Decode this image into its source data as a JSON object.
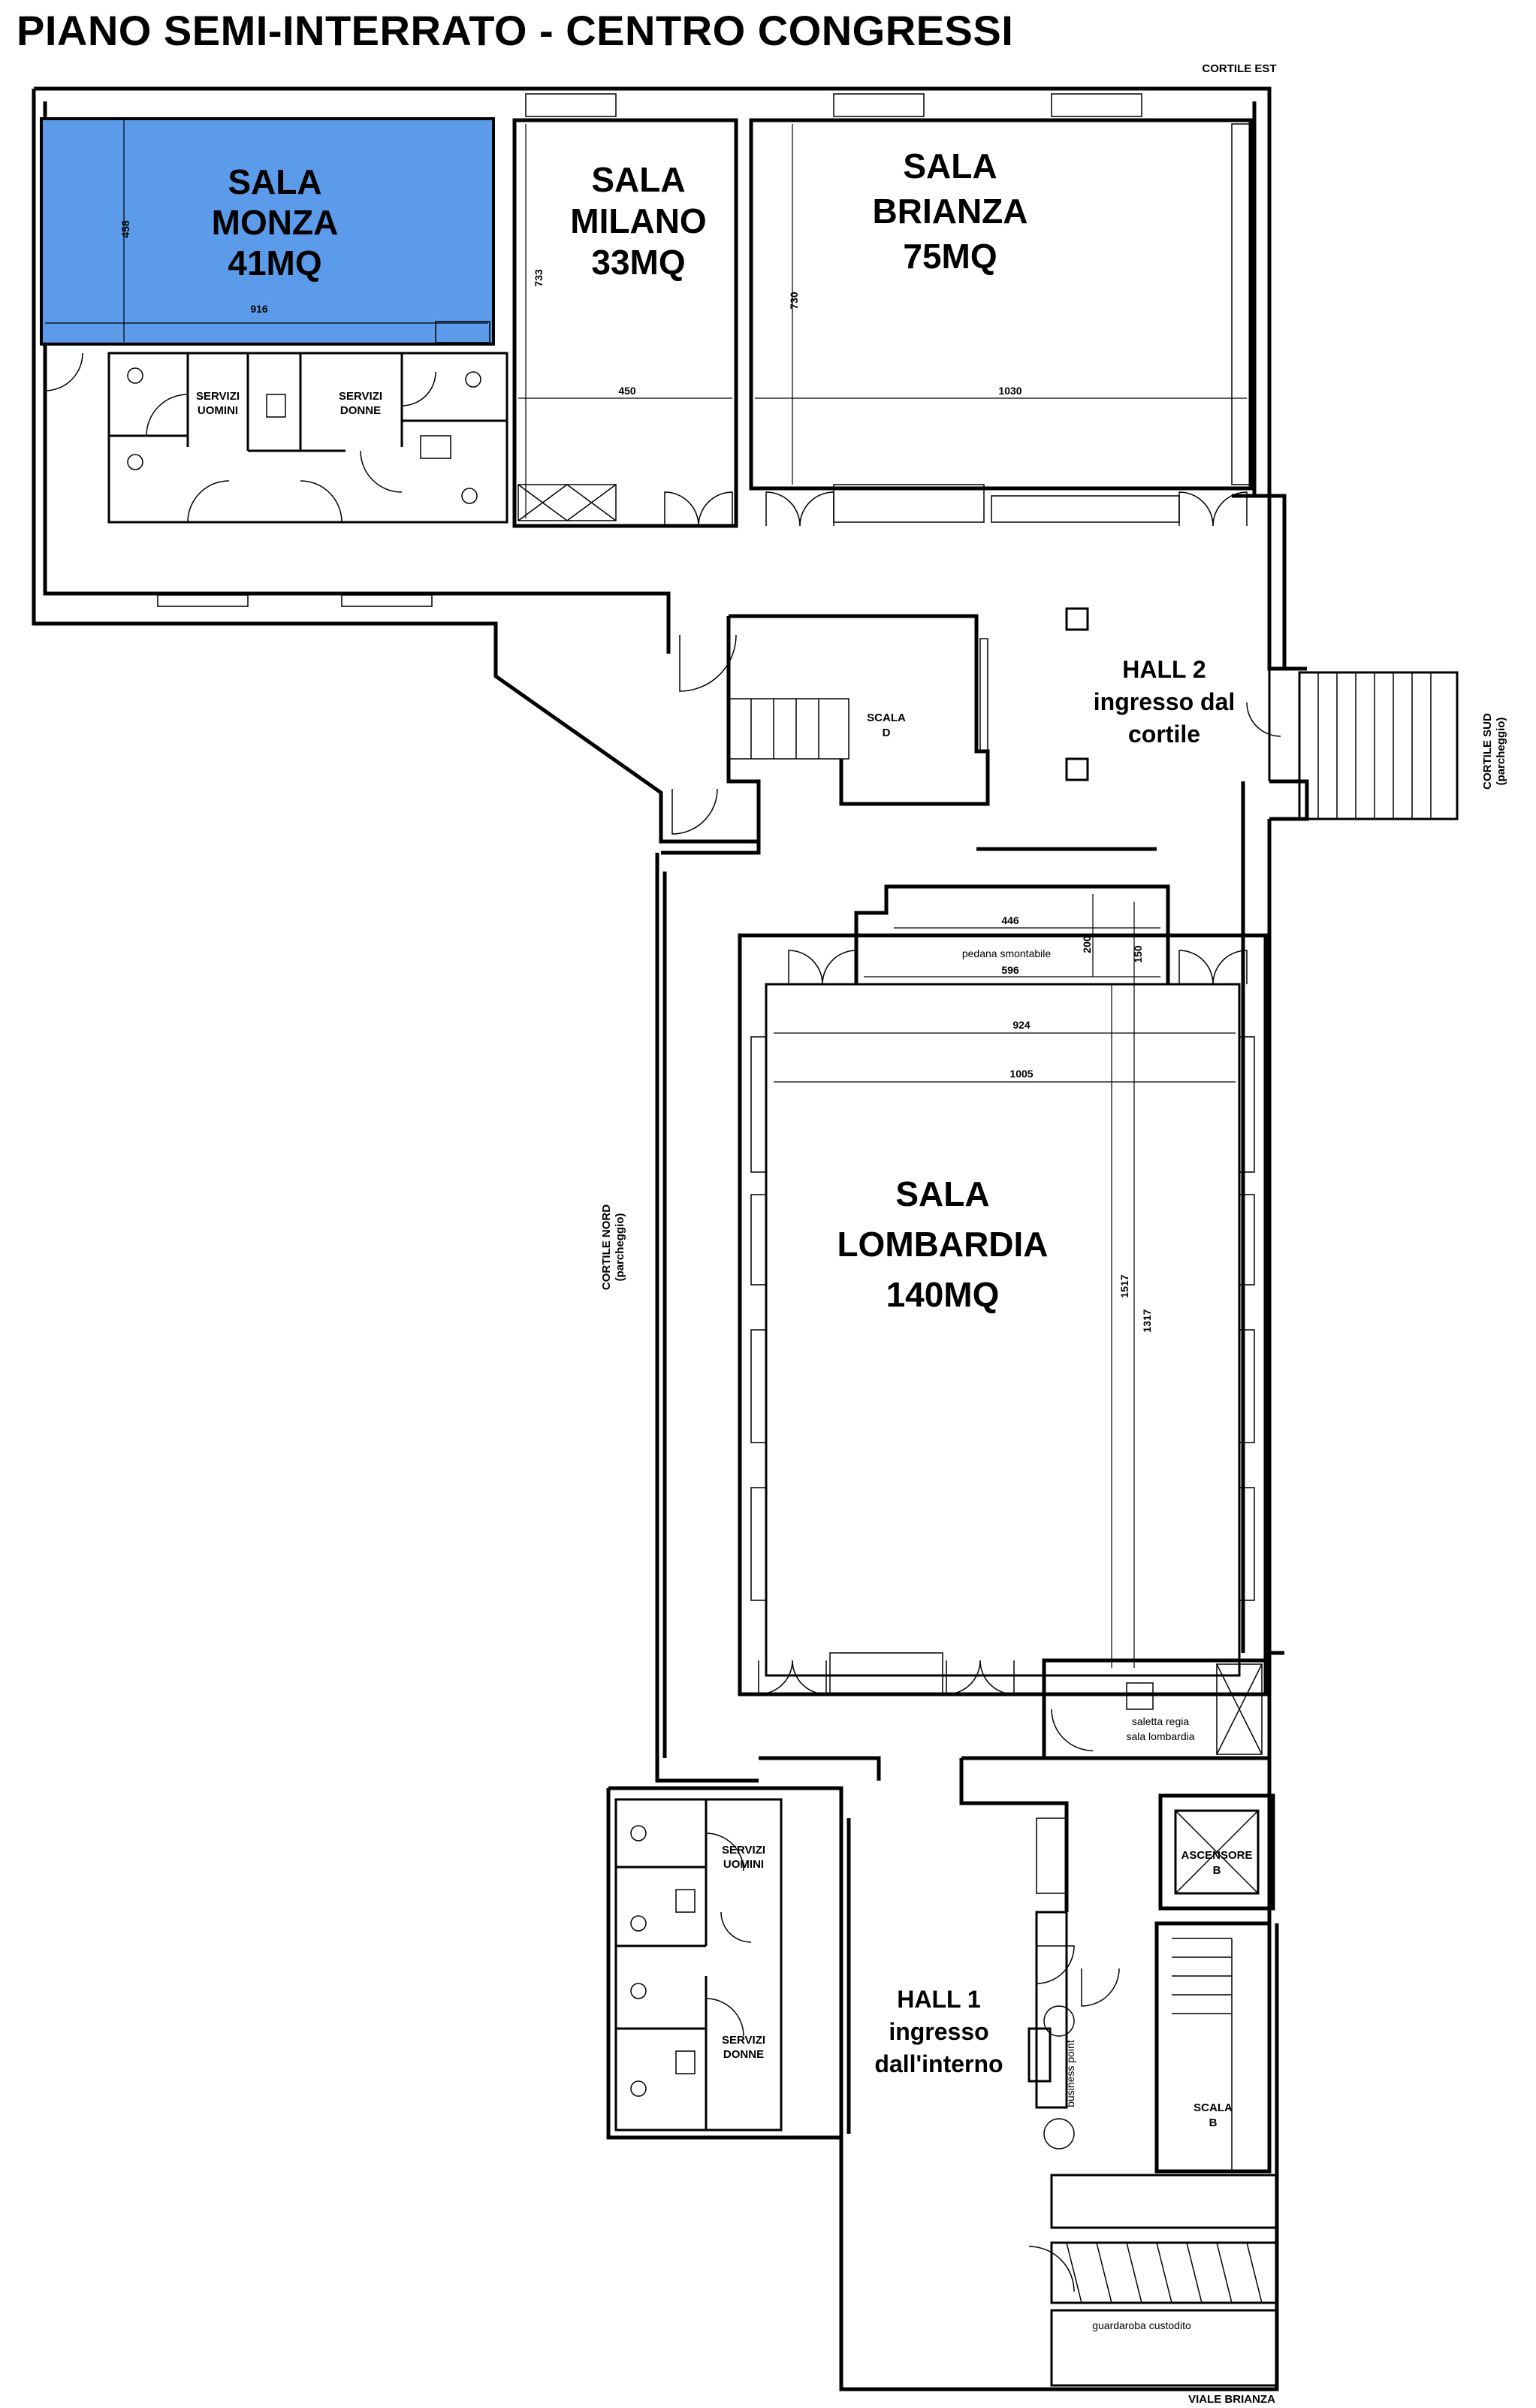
{
  "page_title": "PIANO SEMI-INTERRATO - CENTRO CONGRESSI",
  "colors": {
    "highlight_room": "#5b9bea",
    "walls": "#000000",
    "background": "#ffffff"
  },
  "rooms": {
    "monza": {
      "l1": "SALA",
      "l2": "MONZA",
      "l3": "41MQ",
      "dim_w": "916",
      "dim_h": "458"
    },
    "milano": {
      "l1": "SALA",
      "l2": "MILANO",
      "l3": "33MQ",
      "dim_w": "450",
      "dim_h": "733"
    },
    "brianza": {
      "l1": "SALA",
      "l2": "BRIANZA",
      "l3": "75MQ",
      "dim_w": "1030",
      "dim_h": "730"
    },
    "lombardia": {
      "l1": "SALA",
      "l2": "LOMBARDIA",
      "l3": "140MQ",
      "dim_1": "924",
      "dim_2": "1005",
      "dim_h1": "1517",
      "dim_h2": "1317"
    }
  },
  "stage": {
    "label": "pedana smontabile",
    "dim_top": "446",
    "dim_bottom": "596",
    "dim_h1": "200",
    "dim_h2": "150"
  },
  "services_top": {
    "men": [
      "SERVIZI",
      "UOMINI"
    ],
    "women": [
      "SERVIZI",
      "DONNE"
    ]
  },
  "services_bottom": {
    "men": [
      "SERVIZI",
      "UOMINI"
    ],
    "women": [
      "SERVIZI",
      "DONNE"
    ]
  },
  "hall2": {
    "l1": "HALL 2",
    "l2": "ingresso dal",
    "l3": "cortile"
  },
  "hall1": {
    "l1": "HALL 1",
    "l2": "ingresso",
    "l3": "dall'interno"
  },
  "scala_d": {
    "l1": "SCALA",
    "l2": "D"
  },
  "scala_b": {
    "l1": "SCALA",
    "l2": "B"
  },
  "ascensore": {
    "l1": "ASCENSORE",
    "l2": "B"
  },
  "saletta": {
    "l1": "saletta regia",
    "l2": "sala lombardia"
  },
  "business_point": "business point",
  "guardaroba": "guardaroba custodito",
  "orientation": {
    "cortile_est": "CORTILE EST",
    "cortile_sud": [
      "CORTILE SUD",
      "(parcheggio)"
    ],
    "cortile_nord": [
      "CORTILE NORD",
      "(parcheggio)"
    ],
    "viale_brianza": "VIALE BRIANZA"
  }
}
